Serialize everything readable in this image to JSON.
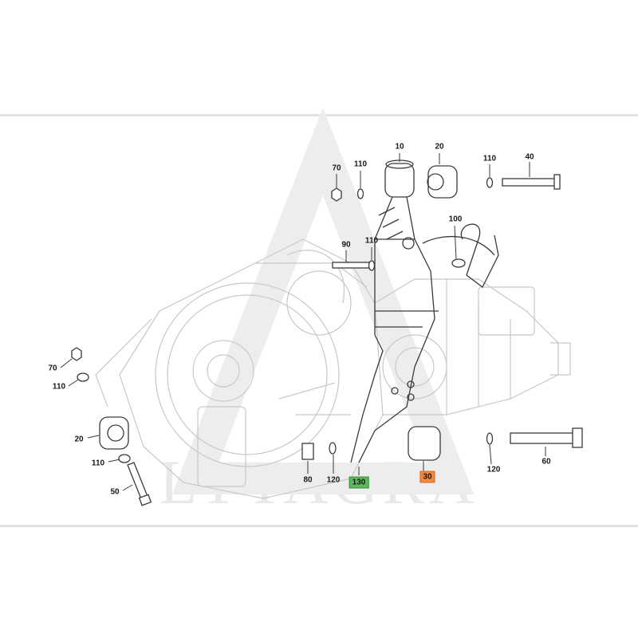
{
  "figure": {
    "watermark_text": "LYTAGRA",
    "colors": {
      "line": "#3a3a3a",
      "faint": "#c8c8c8",
      "watermark": "#ededed",
      "highlight_green": "#5cb85c",
      "highlight_orange": "#f0883e"
    }
  },
  "callouts": [
    {
      "id": "10a",
      "text": "10"
    },
    {
      "id": "20a",
      "text": "20"
    },
    {
      "id": "110a",
      "text": "110"
    },
    {
      "id": "70a",
      "text": "70"
    },
    {
      "id": "110b",
      "text": "110"
    },
    {
      "id": "40",
      "text": "40"
    },
    {
      "id": "100",
      "text": "100"
    },
    {
      "id": "90",
      "text": "90"
    },
    {
      "id": "110c",
      "text": "110"
    },
    {
      "id": "70b",
      "text": "70"
    },
    {
      "id": "110d",
      "text": "110"
    },
    {
      "id": "20b",
      "text": "20"
    },
    {
      "id": "110e",
      "text": "110"
    },
    {
      "id": "50",
      "text": "50"
    },
    {
      "id": "80",
      "text": "80"
    },
    {
      "id": "120a",
      "text": "120"
    },
    {
      "id": "130",
      "text": "130",
      "highlight": "green"
    },
    {
      "id": "30",
      "text": "30",
      "highlight": "orange"
    },
    {
      "id": "120b",
      "text": "120"
    },
    {
      "id": "60",
      "text": "60"
    }
  ]
}
